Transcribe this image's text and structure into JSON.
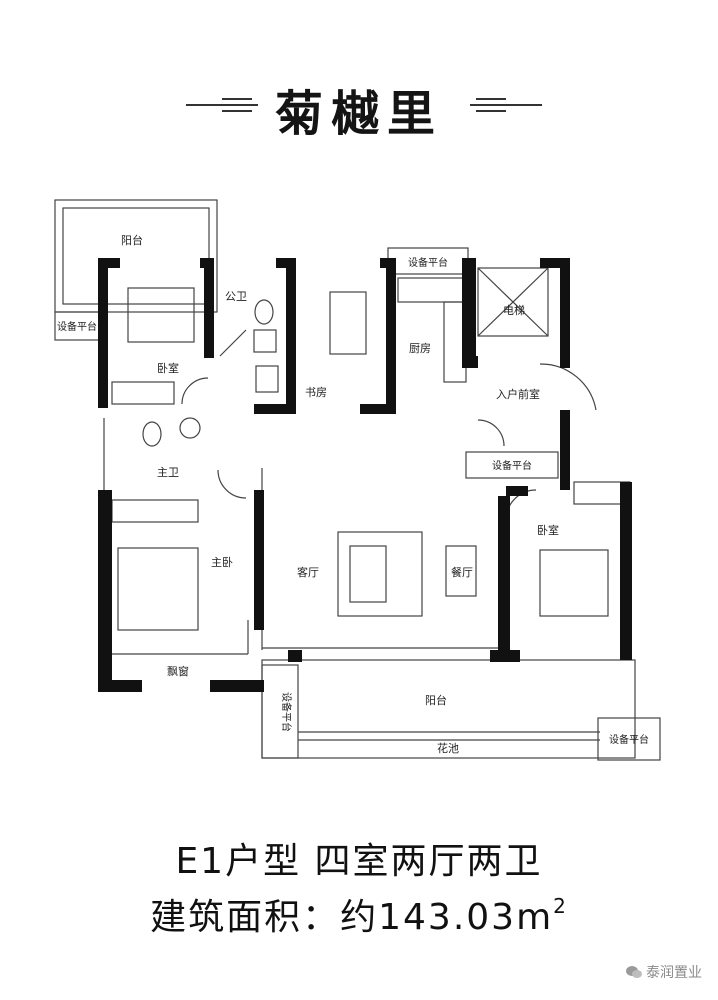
{
  "title": "菊樾里",
  "rooms": {
    "balcony_top": "阳台",
    "equip_left": "设备平台",
    "bedroom_nw": "卧室",
    "public_bath": "公卫",
    "study": "书房",
    "equip_top": "设备平台",
    "kitchen": "厨房",
    "elevator": "电梯",
    "foyer": "入户前室",
    "equip_mid": "设备平台",
    "master_bath": "主卫",
    "master_bedroom": "主卧",
    "bay_window": "飘窗",
    "living_room": "客厅",
    "dining_room": "餐厅",
    "bedroom_e": "卧室",
    "equip_vertical": "设备平台",
    "balcony_south": "阳台",
    "flower_bed": "花池",
    "equip_se": "设备平台"
  },
  "caption": {
    "unit_type": "E1户型  四室两厅两卫",
    "area_prefix": "建筑面积：约143.03m",
    "area_sup": "2"
  },
  "watermark": "泰润置业",
  "colors": {
    "wall": "#111111",
    "line": "#444444",
    "watermark": "#8a8a8a"
  }
}
